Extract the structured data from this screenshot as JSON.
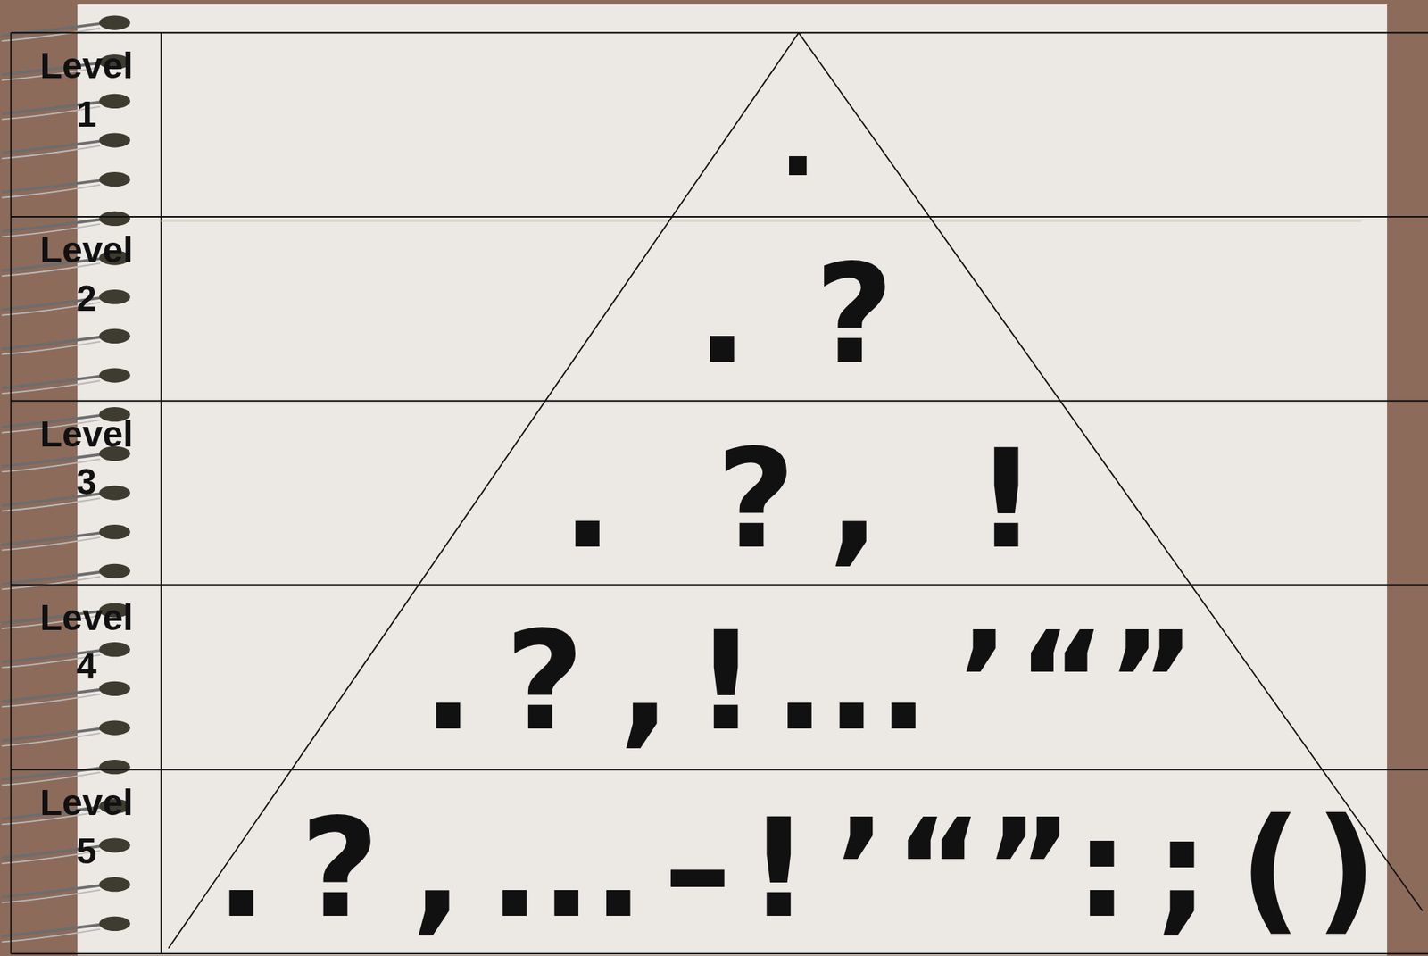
{
  "diagram": {
    "nodes": [
      {
        "text": [
          "Level 1",
          "."
        ]
      },
      {
        "text": [
          "Level 2",
          ".",
          "?"
        ]
      },
      {
        "text": [
          "Level 3",
          ".",
          "?",
          ",",
          "!"
        ]
      },
      {
        "text": [
          "Level 4",
          ".",
          "?",
          ",",
          "!",
          "...",
          "’",
          "“”"
        ]
      },
      {
        "text": [
          "Level 5",
          ".",
          "?",
          ",",
          "...",
          "–",
          "!",
          "’",
          "“”",
          ":",
          ";",
          "(",
          ")"
        ]
      }
    ]
  }
}
